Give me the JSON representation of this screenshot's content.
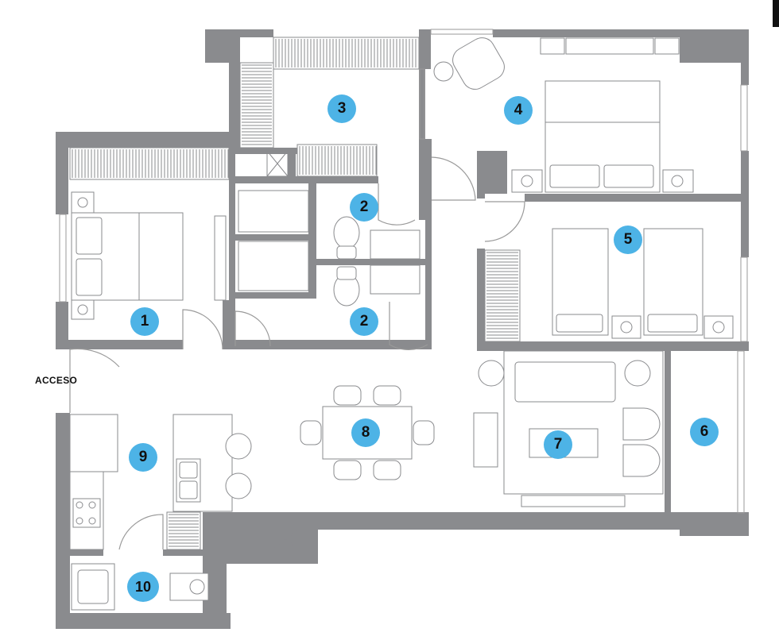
{
  "plan": {
    "entrance_label": "ACCESO",
    "rooms": [
      {
        "number": "1"
      },
      {
        "number": "2"
      },
      {
        "number": "2"
      },
      {
        "number": "3"
      },
      {
        "number": "4"
      },
      {
        "number": "5"
      },
      {
        "number": "6"
      },
      {
        "number": "7"
      },
      {
        "number": "8"
      },
      {
        "number": "9"
      },
      {
        "number": "10"
      }
    ]
  },
  "colors": {
    "wall": "#8a8b8e",
    "badge": "#4db3e6",
    "line": "#9a9a9a",
    "text": "#111111"
  }
}
